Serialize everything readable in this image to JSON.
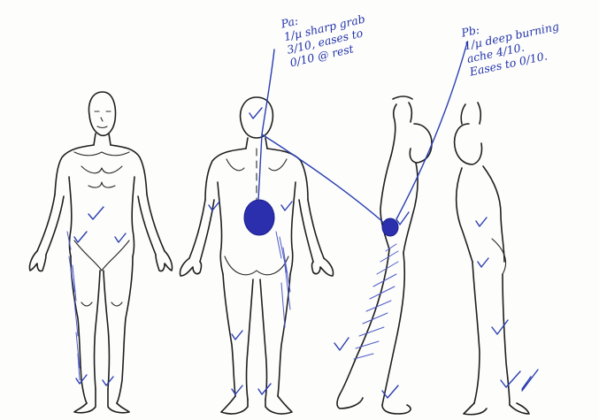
{
  "annotations": {
    "pa": {
      "label": "Pa:",
      "lines": [
        "1/µ sharp grab",
        "3/10, eases to",
        "0/10 @ rest"
      ]
    },
    "pb": {
      "label": "Pb:",
      "lines": [
        "1/µ deep burning",
        "ache 4/10.",
        "Eases to 0/10."
      ]
    }
  },
  "colors": {
    "outline": "#1f1f1f",
    "pen": "#2a3fb0",
    "pain_fill": "#2b2fae"
  }
}
